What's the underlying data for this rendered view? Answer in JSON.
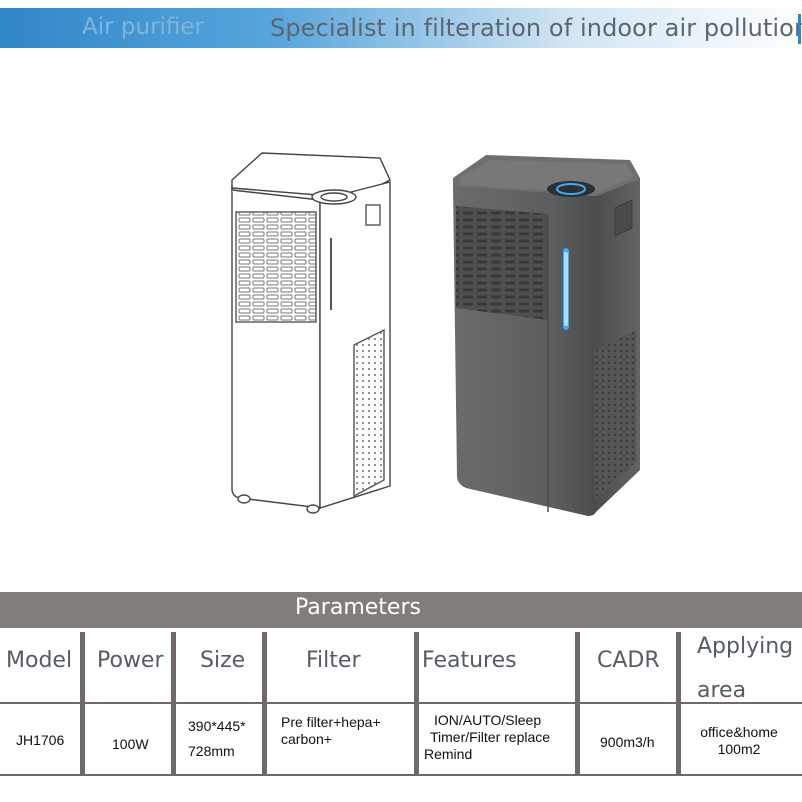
{
  "banner": {
    "left_text": "Air purifier",
    "right_text": "Specialist in filteration of indoor  air pollution"
  },
  "product": {
    "left_illustration": "air-purifier-line-drawing",
    "right_illustration": "air-purifier-grey-render"
  },
  "parameters": {
    "title": "Parameters",
    "headers": {
      "model": "Model",
      "power": "Power",
      "size": "Size",
      "filter": "Filter",
      "features": "Features",
      "cadr": "CADR",
      "applying_line1": "Applying",
      "applying_line2": "area"
    },
    "row": {
      "model": "JH1706",
      "power": "100W",
      "size_line1": "390*445*",
      "size_line2": "728mm",
      "filter_line1": "Pre filter+hepa+",
      "filter_line2": "carbon+",
      "features_line1": "ION/AUTO/Sleep",
      "features_line2": "Timer/Filter replace",
      "features_line3": "Remind",
      "cadr": "900m3/h",
      "applying_line1": "office&home",
      "applying_line2": "100m2"
    }
  },
  "colors": {
    "banner_blue": "#2f86c9",
    "parameters_bar": "#827d7b",
    "device_grey": "#5f6062",
    "indicator_blue": "#3fa9f5"
  }
}
